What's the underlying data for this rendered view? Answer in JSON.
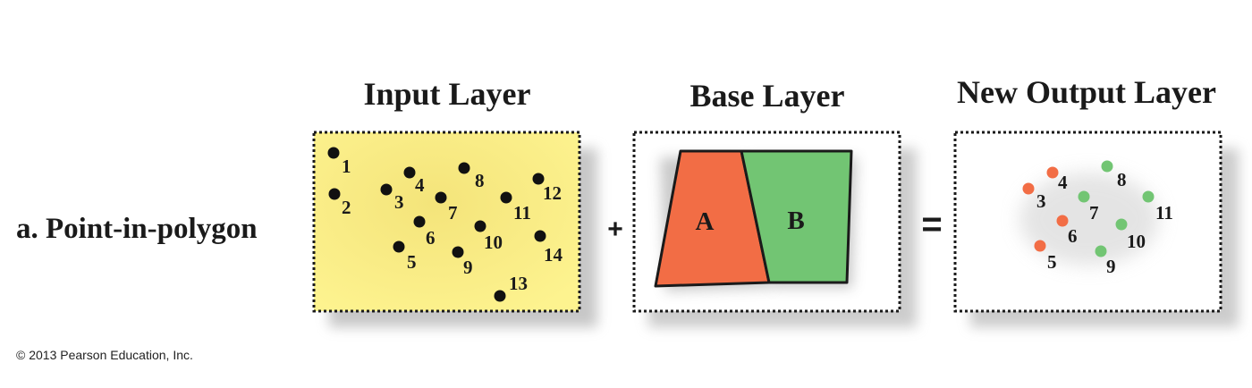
{
  "titles": {
    "input": "Input Layer",
    "base": "Base Layer",
    "output": "New Output Layer"
  },
  "row_label": "a. Point-in-polygon",
  "operators": {
    "plus": "+",
    "equals": "="
  },
  "copyright": "© 2013 Pearson Education, Inc.",
  "polygons": {
    "a": "A",
    "b": "B"
  },
  "colors": {
    "input_fill": "#fdf28e",
    "polygon_a": "#f26d45",
    "polygon_b": "#72c573",
    "point_black": "#111111",
    "point_red": "#f26d45",
    "point_green": "#72c573"
  },
  "input_points": [
    "1",
    "2",
    "3",
    "4",
    "5",
    "6",
    "7",
    "8",
    "9",
    "10",
    "11",
    "12",
    "13",
    "14"
  ],
  "output_points": {
    "in_a": [
      "3",
      "4",
      "5",
      "6"
    ],
    "in_b": [
      "7",
      "8",
      "9",
      "10",
      "11"
    ]
  }
}
